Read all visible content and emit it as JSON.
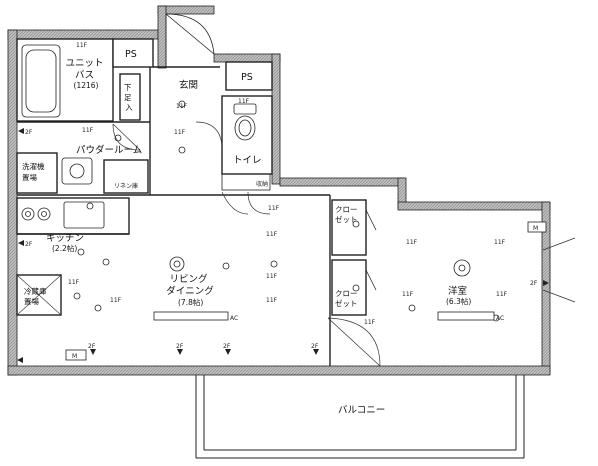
{
  "rooms": {
    "bath": "ユニット\nバス\n(1216)",
    "entrance": "玄関",
    "shoe_box": "下\n足\n入",
    "ps_top": "PS",
    "ps_right": "PS",
    "toilet": "トイレ",
    "powder_room": "パウダールーム",
    "linen": "リネン庫",
    "laundry": "洗濯機\n置場",
    "kitchen": "キッチン",
    "kitchen_size": "(2.2帖)",
    "fridge": "冷蔵庫\n置場",
    "living": "リビング\nダイニング",
    "living_size": "(7.8帖)",
    "closet_1": "クロー\nゼット",
    "closet_2": "クロー\nゼット",
    "storage": "収納",
    "western": "洋室",
    "western_size": "(6.3帖)",
    "balcony": "バルコニー"
  },
  "ceiling_marks": [
    "11F",
    "11F",
    "11F",
    "11F",
    "11F",
    "11F",
    "11F",
    "11F",
    "11F",
    "11F",
    "11F",
    "11F",
    "11F",
    "11F",
    "11F",
    "11F"
  ],
  "wall_marks": [
    "2F",
    "2F",
    "2F",
    "2F",
    "2F",
    "2F",
    "2F",
    "2F"
  ],
  "meter_label": "M",
  "ac_label": "AC"
}
